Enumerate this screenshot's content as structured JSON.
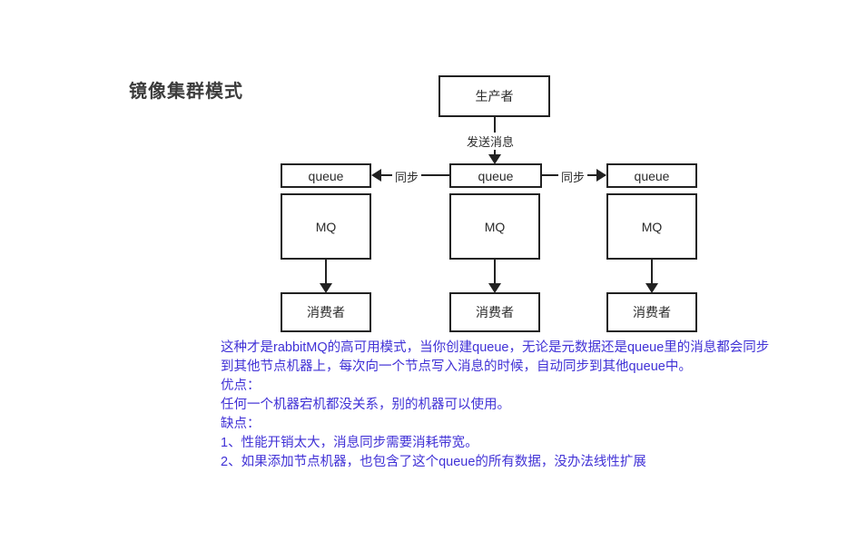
{
  "diagram": {
    "title": "镜像集群模式",
    "colors": {
      "stroke": "#222222",
      "text": "#2b2b2b",
      "title": "#3c3c3c",
      "description": "#4031d6",
      "background": "#ffffff"
    },
    "producer": {
      "label": "生产者"
    },
    "edges": {
      "send_message": "发送消息",
      "sync_left": "同步",
      "sync_right": "同步"
    },
    "nodes": {
      "queues": [
        {
          "label": "queue"
        },
        {
          "label": "queue"
        },
        {
          "label": "queue"
        }
      ],
      "brokers": [
        {
          "label": "MQ"
        },
        {
          "label": "MQ"
        },
        {
          "label": "MQ"
        }
      ],
      "consumers": [
        {
          "label": "消费者"
        },
        {
          "label": "消费者"
        },
        {
          "label": "消费者"
        }
      ]
    }
  },
  "description": {
    "lines": [
      "这种才是rabbitMQ的高可用模式，当你创建queue，无论是元数据还是queue里的消息都会同步",
      "到其他节点机器上，每次向一个节点写入消息的时候，自动同步到其他queue中。",
      "优点：",
      "任何一个机器宕机都没关系，别的机器可以使用。",
      "缺点：",
      "1、性能开销太大，消息同步需要消耗带宽。",
      "2、如果添加节点机器，也包含了这个queue的所有数据，没办法线性扩展"
    ]
  }
}
